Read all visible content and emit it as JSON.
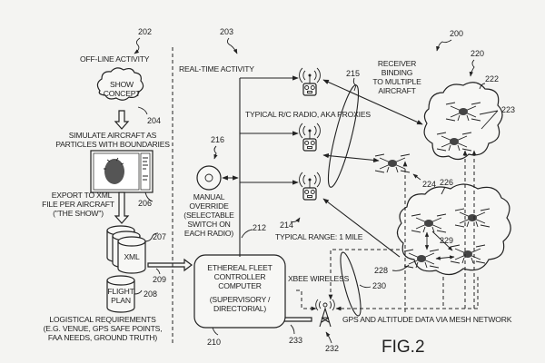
{
  "figure": {
    "label": "FIG.2",
    "system_ref": "200"
  },
  "offline": {
    "ref": "202",
    "title": "OFF-LINE ACTIVITY",
    "show_concept": {
      "lines": [
        "SHOW",
        "CONCEPT"
      ],
      "ref": "204"
    },
    "simulate": {
      "lines": [
        "SIMULATE AIRCRAFT AS",
        "PARTICLES WITH BOUNDARIES"
      ],
      "ref": "206"
    },
    "export": {
      "lines": [
        "EXPORT TO XML",
        "FILE PER AIRCRAFT",
        "(\"THE SHOW\")"
      ]
    },
    "xml_store": {
      "label": "XML",
      "ref": "207"
    },
    "flight_plan": {
      "lines": [
        "FLIGHT",
        "PLAN"
      ],
      "ref": "208"
    },
    "logistics": {
      "lines": [
        "LOGISTICAL REQUIREMENTS",
        "(E.G. VENUE, GPS SAFE POINTS,",
        "FAA NEEDS, GROUND TRUTH)"
      ]
    },
    "transfer_ref": "209"
  },
  "realtime": {
    "ref": "203",
    "title": "REAL-TIME ACTIVITY",
    "manual_override": {
      "lines": [
        "MANUAL",
        "OVERRIDE",
        "(SELECTABLE",
        "SWITCH ON",
        "EACH RADIO)"
      ],
      "ref": "216"
    },
    "bus_ref": "212",
    "radios": {
      "label": "TYPICAL R/C RADIO, AKA PROXIES",
      "ref": "214",
      "count": 3
    },
    "range_label": "TYPICAL RANGE: 1 MILE",
    "range_ref": "215",
    "controller": {
      "lines": [
        "ETHEREAL FLEET",
        "CONTROLLER",
        "COMPUTER"
      ],
      "sub_lines": [
        "(SUPERVISORY /",
        "DIRECTORIAL)"
      ],
      "ref": "210"
    },
    "receiver_binding": {
      "lines": [
        "RECEIVER",
        "BINDING",
        "TO MULTIPLE",
        "AIRCRAFT"
      ]
    },
    "fleet_ref": "220",
    "cloud_upper": {
      "ref": "222",
      "aircraft_ref": "223"
    },
    "single_aircraft_ref": "224",
    "cloud_lower": {
      "ref": "226",
      "aircraft_ref_a": "228",
      "aircraft_ref_b": "229"
    },
    "xbee": {
      "label": "XBEE WIRELESS",
      "range_ref": "230"
    },
    "tower": {
      "ref": "232"
    },
    "uplink_ref": "233",
    "gps_label": "GPS AND ALTITUDE DATA VIA MESH NETWORK"
  }
}
